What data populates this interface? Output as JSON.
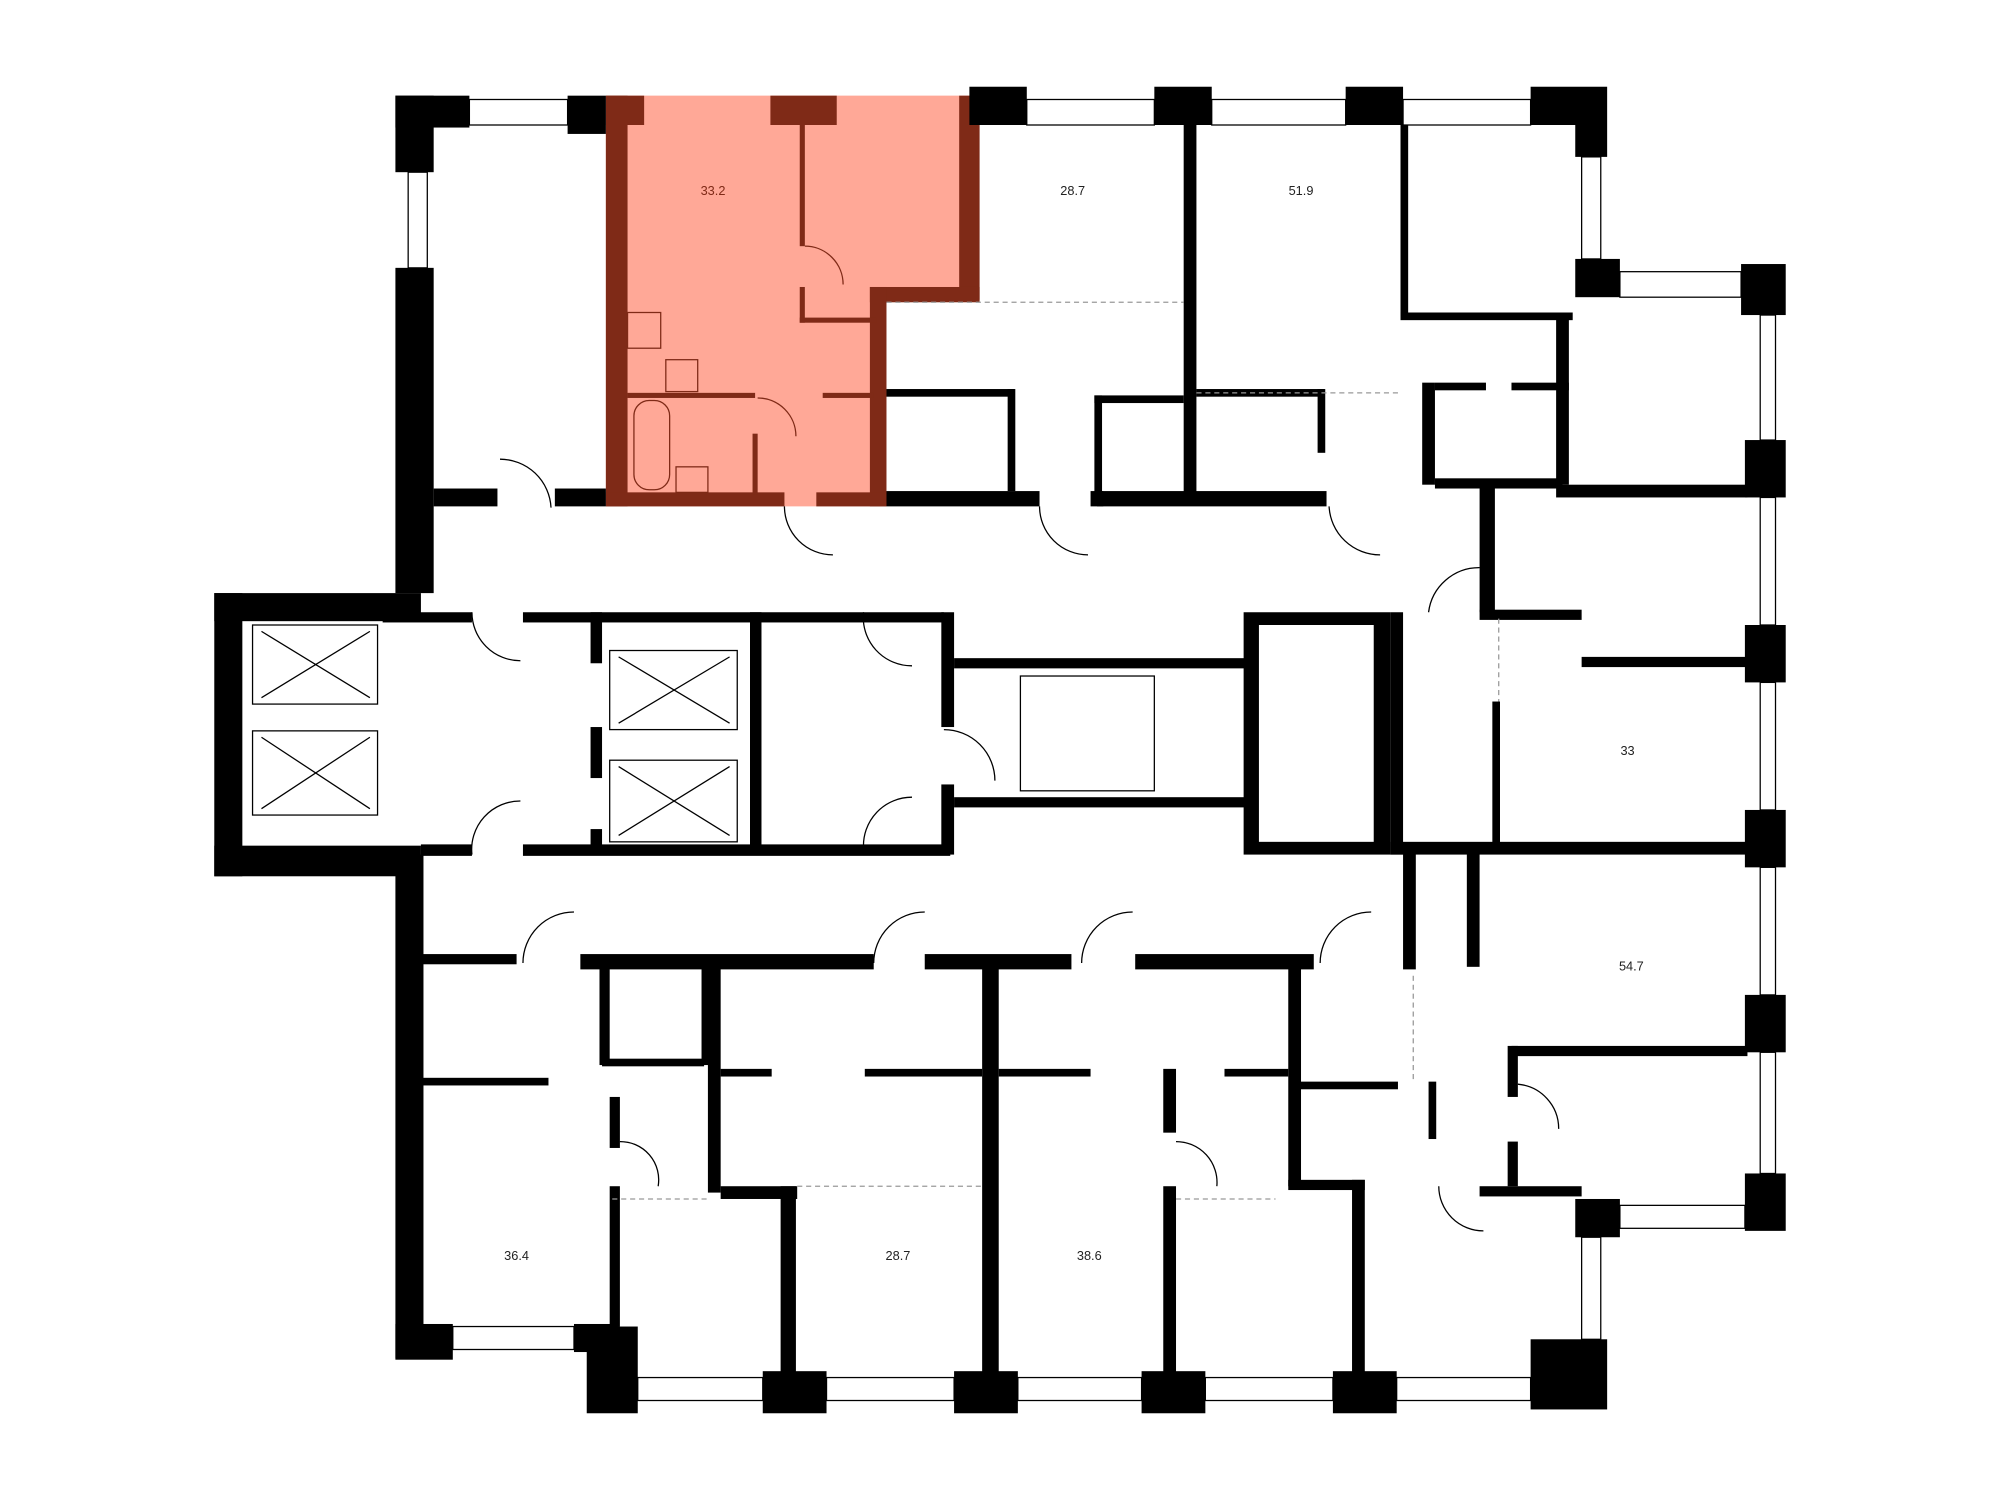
{
  "plan": {
    "colors": {
      "selected_fill": "#FFA897",
      "selected_wall": "#7F2A17",
      "wall": "#000000",
      "background": "#FFFFFF"
    },
    "apartments": [
      {
        "id": "apt-1",
        "area": "33.2",
        "selected": true
      },
      {
        "id": "apt-2",
        "area": "28.7",
        "selected": false
      },
      {
        "id": "apt-3",
        "area": "51.9",
        "selected": false
      },
      {
        "id": "apt-4",
        "area": "33",
        "selected": false
      },
      {
        "id": "apt-5",
        "area": "54.7",
        "selected": false
      },
      {
        "id": "apt-6",
        "area": "36.4",
        "selected": false
      },
      {
        "id": "apt-7",
        "area": "28.7",
        "selected": false
      },
      {
        "id": "apt-8",
        "area": "38.6",
        "selected": false
      }
    ]
  }
}
